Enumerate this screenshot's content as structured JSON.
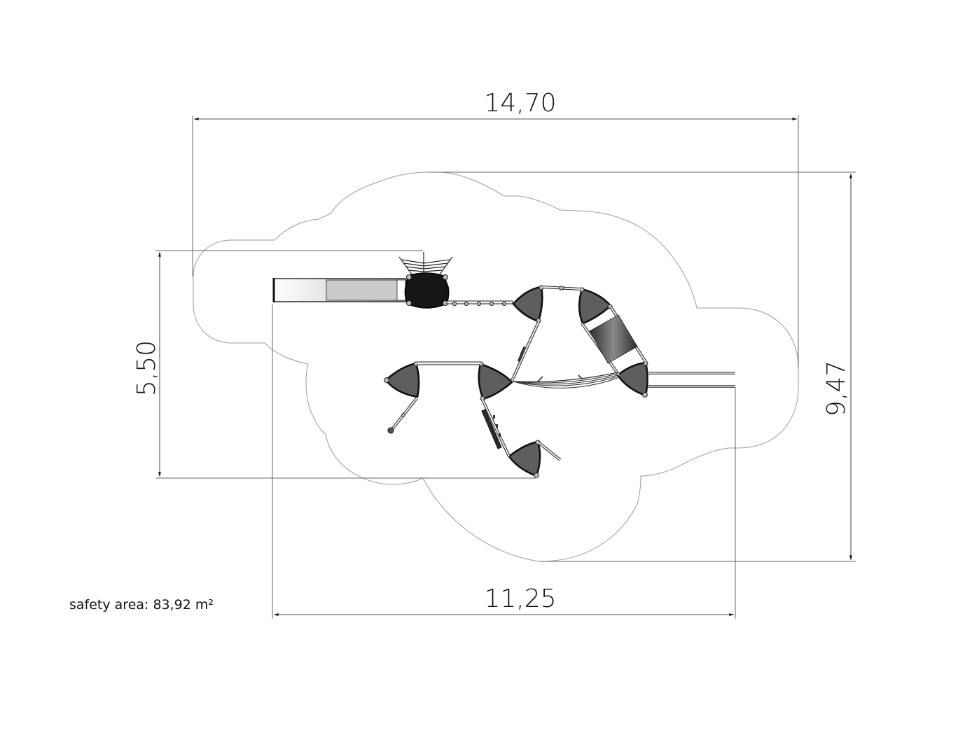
{
  "drawing": {
    "type": "playground top-view layout plan",
    "dimensions": {
      "overall_width": "14,70",
      "overall_depth": "9,47",
      "equipment_depth": "5,50",
      "equipment_width": "11,25"
    },
    "safety_area_note": "safety area: 83,92 m²"
  },
  "components": [
    {
      "name": "slide",
      "count": 1
    },
    {
      "name": "tower-platform",
      "count": 1
    },
    {
      "name": "triangular-platform",
      "count": 6
    },
    {
      "name": "rope-bridge",
      "count": 1
    },
    {
      "name": "tube-tunnel",
      "count": 1
    },
    {
      "name": "horizontal-ladder",
      "count": 1
    },
    {
      "name": "climbing-wall-panel",
      "count": 1
    },
    {
      "name": "fire-pole-pair",
      "count": 1
    },
    {
      "name": "roof-canopy",
      "count": 1
    }
  ],
  "colors": {
    "platform_fill": "#5e5e5e",
    "tower_fill": "#161616",
    "outline": "#111111",
    "safety_outline": "#9a9a9a",
    "dimension_line": "#555555"
  }
}
